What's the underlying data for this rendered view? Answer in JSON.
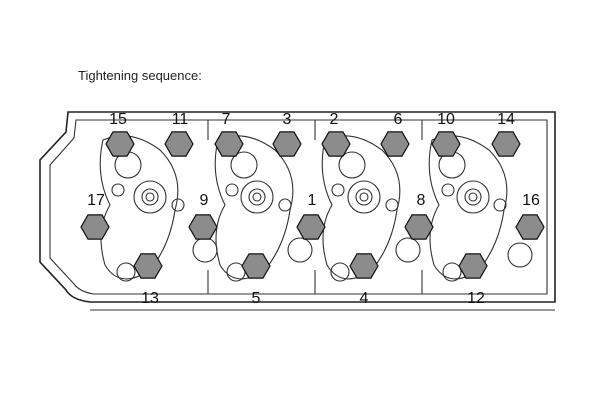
{
  "caption": "Tightening sequence:",
  "colors": {
    "line": "#222222",
    "bolt_fill": "#8c8c8c",
    "background": "#ffffff"
  },
  "bolts": [
    {
      "label": "15"
    },
    {
      "label": "11"
    },
    {
      "label": "7"
    },
    {
      "label": "3"
    },
    {
      "label": "2"
    },
    {
      "label": "6"
    },
    {
      "label": "10"
    },
    {
      "label": "14"
    },
    {
      "label": "17"
    },
    {
      "label": "9"
    },
    {
      "label": "1"
    },
    {
      "label": "8"
    },
    {
      "label": "16"
    },
    {
      "label": "13"
    },
    {
      "label": "5"
    },
    {
      "label": "4"
    },
    {
      "label": "12"
    }
  ]
}
